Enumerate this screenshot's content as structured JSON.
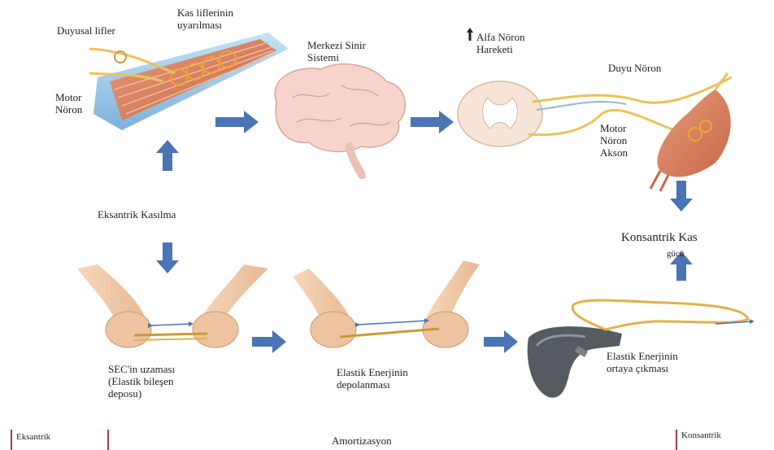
{
  "labels": {
    "duyusal_lifler": "Duyusal lifler",
    "kas_lifleri": [
      "Kas liflerinin",
      "uyarılması"
    ],
    "motor_noron_left": [
      "Motor",
      "Nöron"
    ],
    "merkezi_sinir": [
      "Merkezi Sinir",
      "Sistemi"
    ],
    "alfa_noron": [
      "Alfa Nöron",
      "Hareketi"
    ],
    "duyu_noron": "Duyu Nöron",
    "motor_noron_akson": [
      "Motor",
      "Nöron",
      "Akson"
    ],
    "eksantrik_kasilma": "Eksantrik Kasılma",
    "konsantrik_kas": "Konsantrik Kas",
    "gucu": "gücü",
    "sec_uzamasi": [
      "SEC'in uzaması",
      "(Elastik bileşen",
      "deposu)"
    ],
    "elastik_depolanmasi": [
      "Elastik Enerjinin",
      "depolanması"
    ],
    "elastik_ortaya": [
      "Elastik Enerjinin",
      "ortaya çıkması"
    ]
  },
  "phase_bar": {
    "eksantrik": "Eksantrik",
    "amortizasyon": "Amortizasyon",
    "konsantrik": "Konsantrik"
  },
  "icons": [
    "muscle-illustration",
    "brain-illustration",
    "spinal-cord-illustration",
    "contracting-muscle-illustration",
    "hands-stretching-band",
    "slingshot-illustration",
    "arrow-icon"
  ],
  "colors": {
    "arrow": "#4a74b4",
    "nerve": "#e9c35a",
    "muscle": "#d9835e",
    "skin": "#f0c9a6",
    "brain": "#f6d4cc"
  }
}
